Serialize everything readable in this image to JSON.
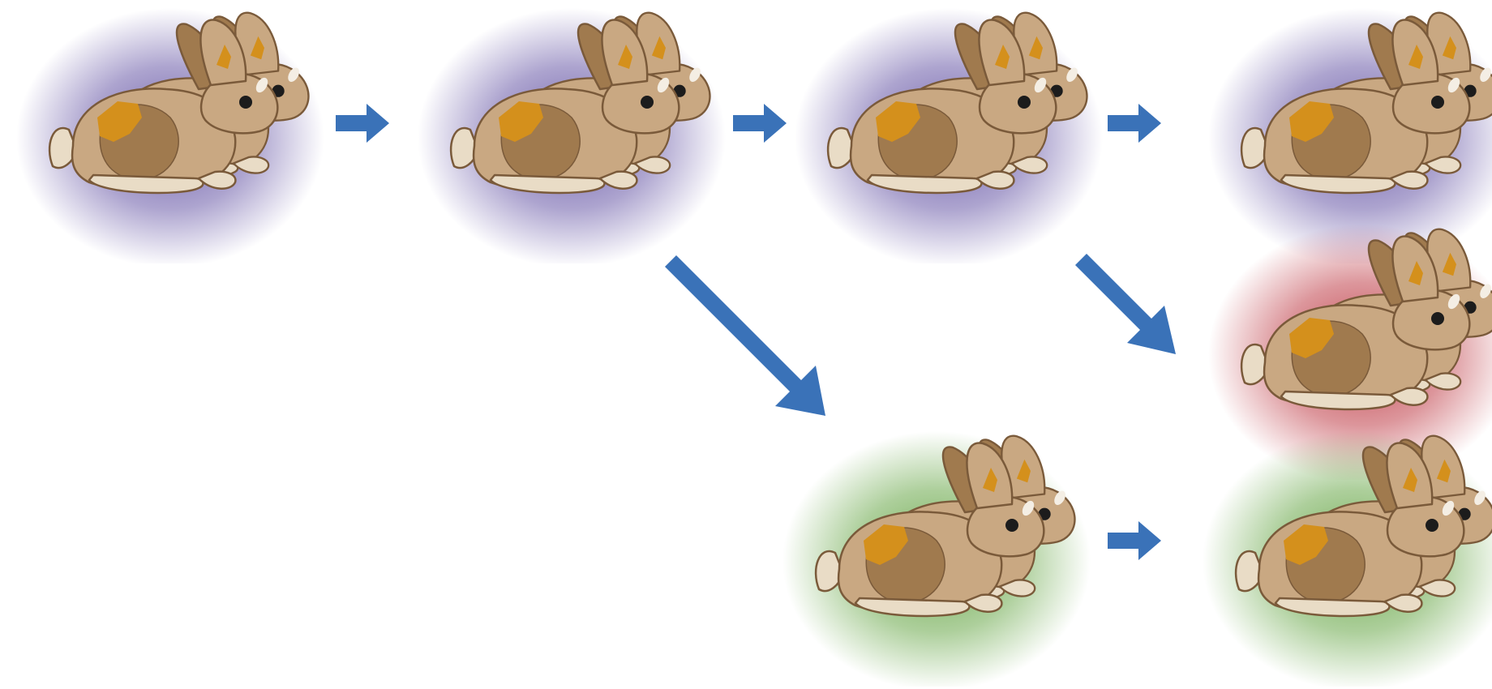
{
  "diagram": {
    "nodes": [
      {
        "id": "gen1",
        "halo": "purple"
      },
      {
        "id": "gen2",
        "halo": "purple"
      },
      {
        "id": "gen3-top",
        "halo": "purple"
      },
      {
        "id": "gen4-top",
        "halo": "purple"
      },
      {
        "id": "gen4-middle",
        "halo": "red"
      },
      {
        "id": "gen3-bottom",
        "halo": "green"
      },
      {
        "id": "gen4-bottom",
        "halo": "green"
      }
    ],
    "edges": [
      {
        "from": "gen1",
        "to": "gen2"
      },
      {
        "from": "gen2",
        "to": "gen3-top"
      },
      {
        "from": "gen3-top",
        "to": "gen4-top"
      },
      {
        "from": "gen2",
        "to": "gen3-bottom"
      },
      {
        "from": "gen3-top",
        "to": "gen4-middle"
      },
      {
        "from": "gen3-bottom",
        "to": "gen4-bottom"
      }
    ],
    "colors": {
      "arrow": "#3a72b8",
      "purple": "#6a5aa8",
      "red": "#c0404a",
      "green": "#6aa84a",
      "fur": "#c9a882",
      "fur_dark": "#a07a4e",
      "patch": "#d4901c",
      "outline": "#7a5a3a",
      "belly": "#e9dcc6",
      "eye": "#1c1c1c"
    },
    "icon": "rabbit-group-icon"
  }
}
